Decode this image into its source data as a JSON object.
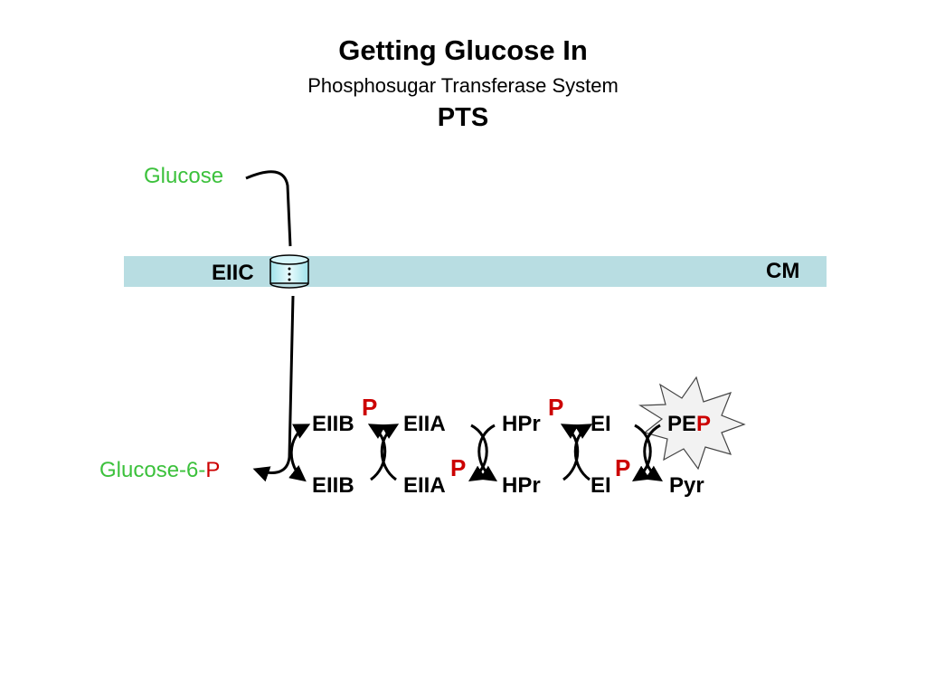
{
  "title": "Getting Glucose In",
  "subtitle": "Phosphosugar Transferase System",
  "abbreviation": "PTS",
  "labels": {
    "glucose": "Glucose",
    "glucose6p_prefix": "Glucose-6-",
    "phosphate": "P",
    "eiic": "EIIC",
    "membrane": "CM",
    "eiib": "EIIB",
    "eiia": "EIIA",
    "hpr": "HPr",
    "ei": "EI",
    "pep_prefix": "PE",
    "pyr": "Pyr"
  },
  "colors": {
    "sugar": "#3cc13c",
    "phosphate": "#cc0000",
    "membrane": "#b8dde2",
    "transporter": "#c6f3f8"
  }
}
